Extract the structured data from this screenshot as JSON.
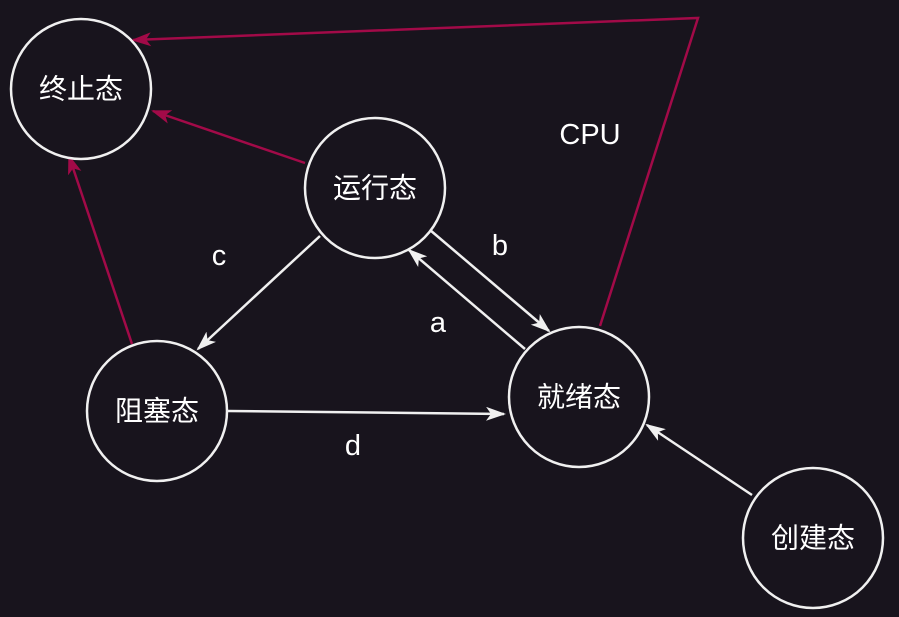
{
  "colors": {
    "background": "#18141d",
    "node_stroke": "#f0f0f0",
    "white_edge": "#f0f0f0",
    "red_edge": "#a20a48"
  },
  "nodes": {
    "terminated": "终止态",
    "running": "运行态",
    "blocked": "阻塞态",
    "ready": "就绪态",
    "created": "创建态"
  },
  "edge_labels": {
    "c": "c",
    "b": "b",
    "a": "a",
    "d": "d",
    "cpu": "CPU"
  }
}
